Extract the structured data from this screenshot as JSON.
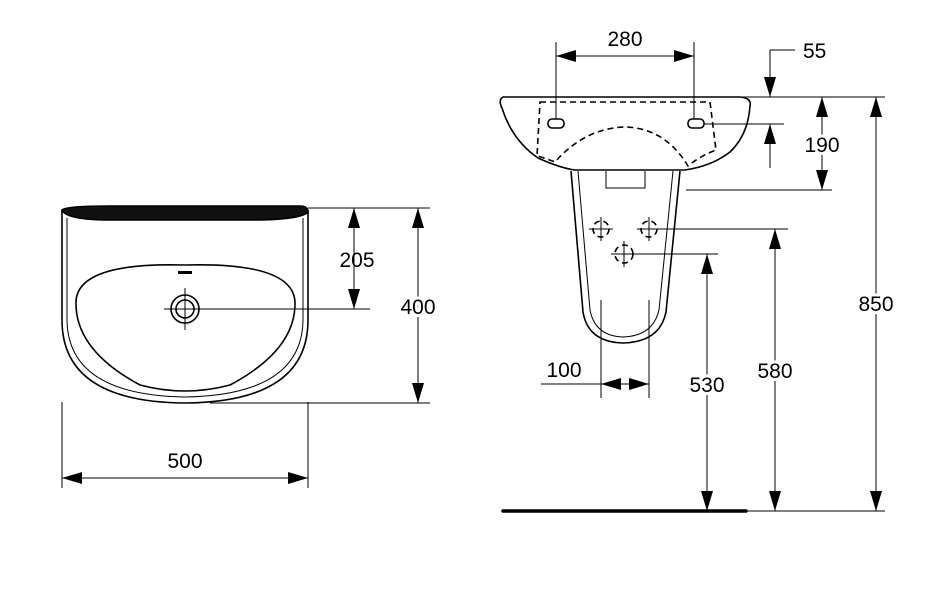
{
  "drawing": {
    "front_view": {
      "width_label": "500",
      "depth_label": "400",
      "tap_hole_label": "205"
    },
    "side_view": {
      "fixing_span_label": "280",
      "rim_offset_label": "55",
      "bowl_depth_label": "190",
      "waste_width_label": "100",
      "waste_height_label": "530",
      "supply_height_label": "580",
      "overall_height_label": "850"
    }
  }
}
